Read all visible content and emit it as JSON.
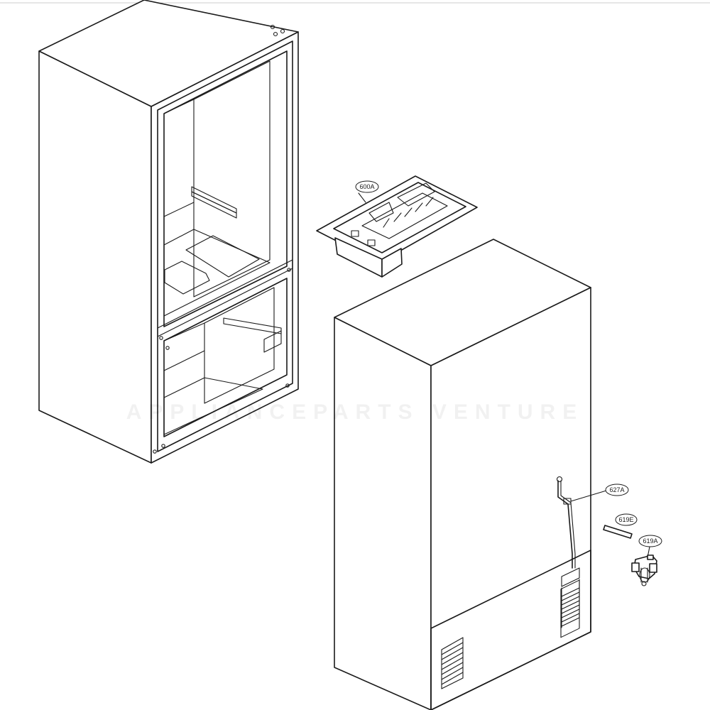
{
  "callouts": {
    "c600A": "600A",
    "c627A": "627A",
    "c619E": "619E",
    "c619A": "619A"
  },
  "watermark": "APPLIANCEPARTS VENTURE"
}
